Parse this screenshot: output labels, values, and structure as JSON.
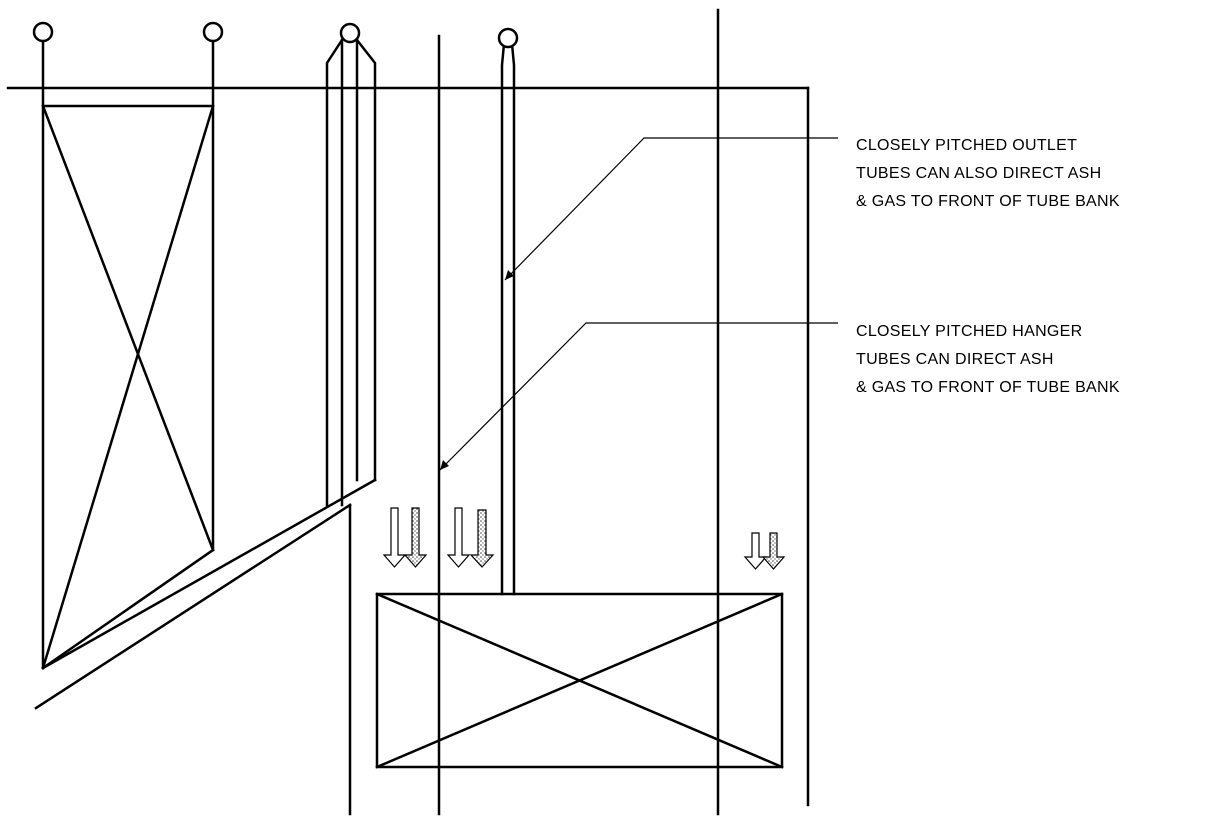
{
  "callouts": {
    "outlet": {
      "lines": [
        "CLOSELY PITCHED OUTLET",
        "TUBES CAN ALSO DIRECT ASH",
        "& GAS TO FRONT OF TUBE  BANK"
      ]
    },
    "hanger": {
      "lines": [
        "CLOSELY PITCHED HANGER",
        "TUBES CAN DIRECT ASH",
        "& GAS TO FRONT OF TUBE  BANK"
      ]
    }
  },
  "colors": {
    "stroke": "#000000",
    "background": "#ffffff",
    "stipple": "#555555"
  }
}
